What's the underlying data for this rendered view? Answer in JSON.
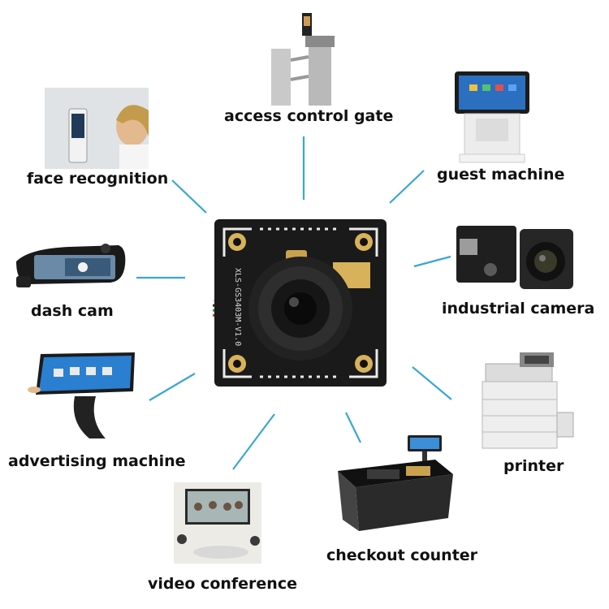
{
  "center": {
    "board_text": "XLS-GS3403M-V1.0",
    "colors": {
      "board": "#1a1a1a",
      "pad": "#d8b25a",
      "line": "#3aa6d4"
    }
  },
  "applications": {
    "access_control_gate": "access control gate",
    "face_recognition": "face recognition",
    "guest_machine": "guest machine",
    "dash_cam": "dash cam",
    "industrial_camera": "industrial camera",
    "advertising_machine": "advertising machine",
    "printer": "printer",
    "video_conference": "video conference",
    "checkout_counter": "checkout counter"
  }
}
